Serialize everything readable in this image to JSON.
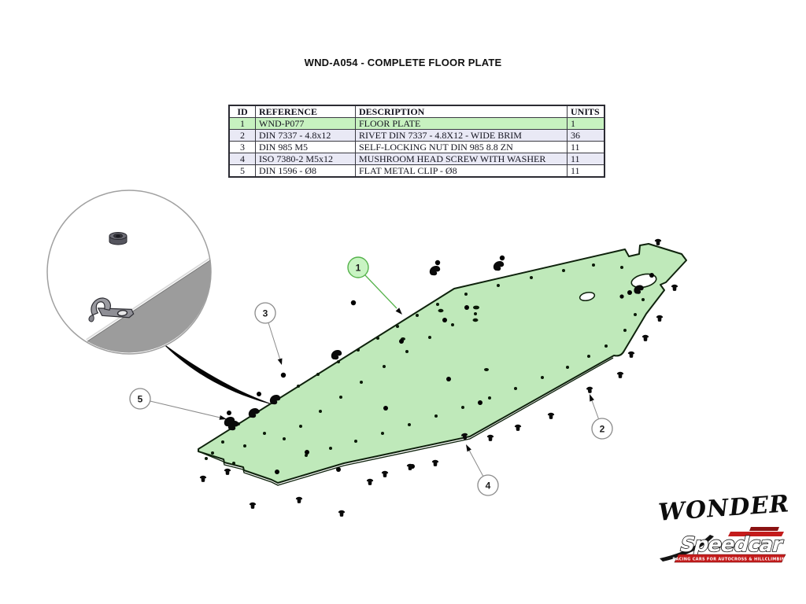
{
  "title": "WND-A054 - COMPLETE FLOOR PLATE",
  "bom_table": {
    "headers": {
      "id": "ID",
      "reference": "REFERENCE",
      "description": "DESCRIPTION",
      "units": "UNITS"
    },
    "rows": [
      {
        "id": "1",
        "reference": "WND-P077",
        "description": "FLOOR PLATE",
        "units": "1"
      },
      {
        "id": "2",
        "reference": "DIN 7337 - 4.8x12",
        "description": "RIVET DIN 7337 - 4.8X12 - WIDE BRIM",
        "units": "36"
      },
      {
        "id": "3",
        "reference": "DIN 985 M5",
        "description": "SELF-LOCKING NUT DIN 985 8.8 ZN",
        "units": "11"
      },
      {
        "id": "4",
        "reference": "ISO 7380-2 M5x12",
        "description": "MUSHROOM HEAD SCREW WITH WASHER",
        "units": "11"
      },
      {
        "id": "5",
        "reference": "DIN 1596 - Ø8",
        "description": "FLAT METAL CLIP - Ø8",
        "units": "11"
      }
    ]
  },
  "callouts": {
    "c1": {
      "label": "1"
    },
    "c2": {
      "label": "2"
    },
    "c3": {
      "label": "3"
    },
    "c4": {
      "label": "4"
    },
    "c5": {
      "label": "5"
    }
  },
  "logos": {
    "wonder": "WONDER",
    "speedcar_name": "Speedcar",
    "speedcar_tagline": "RACING CARS FOR AUTOCROSS & HILLCLIMBING"
  },
  "colors": {
    "plate_fill": "#bfe9ba",
    "plate_stroke": "#0e220c",
    "highlight_row": "#c7f2c0",
    "alt_row": "#e9e9f5",
    "callout_green_fill": "#c9f4c3",
    "callout_green_stroke": "#55b24b",
    "logo_red": "#c41c1c"
  }
}
